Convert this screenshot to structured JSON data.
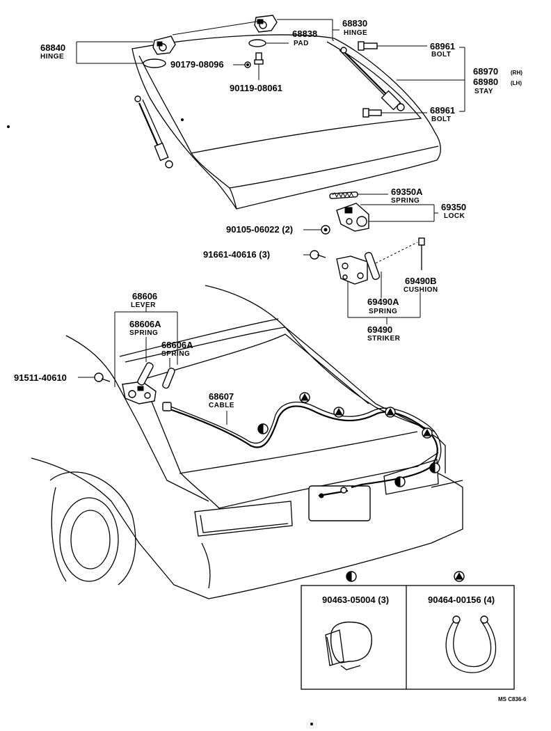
{
  "labels": {
    "hinge_upper_pn": "68830",
    "hinge_upper_nm": "HINGE",
    "pad_pn": "68838",
    "pad_nm": "PAD",
    "hinge_left_pn": "68840",
    "hinge_left_nm": "HINGE",
    "nut_pn": "90179-08096",
    "bolt_hinge_pn": "90119-08061",
    "bolt_top_pn": "68961",
    "bolt_top_nm": "BOLT",
    "stay_rh_pn": "68970",
    "stay_rh_side": "(RH)",
    "stay_lh_pn": "68980",
    "stay_lh_side": "(LH)",
    "stay_nm": "STAY",
    "bolt_bottom_pn": "68961",
    "bolt_bottom_nm": "BOLT",
    "lock_spring_pn": "69350A",
    "lock_spring_nm": "SPRING",
    "lock_pn": "69350",
    "lock_nm": "LOCK",
    "lock_screw_pn": "90105-06022 (2)",
    "striker_screw_pn": "91661-40616 (3)",
    "cushion_pn": "69490B",
    "cushion_nm": "CUSHION",
    "striker_spring_pn": "69490A",
    "striker_spring_nm": "SPRING",
    "striker_pn": "69490",
    "striker_nm": "STRIKER",
    "lever_pn": "68606",
    "lever_nm": "LEVER",
    "lever_spring1_pn": "68606A",
    "lever_spring1_nm": "SPRING",
    "lever_spring2_pn": "68606A",
    "lever_spring2_nm": "SPRING",
    "lever_screw_pn": "91511-40610",
    "cable_pn": "68607",
    "cable_nm": "CABLE",
    "clip_half_pn": "90463-05004 (3)",
    "clip_tri_pn": "90464-00156 (4)",
    "figure_code": "MS C836-6"
  }
}
